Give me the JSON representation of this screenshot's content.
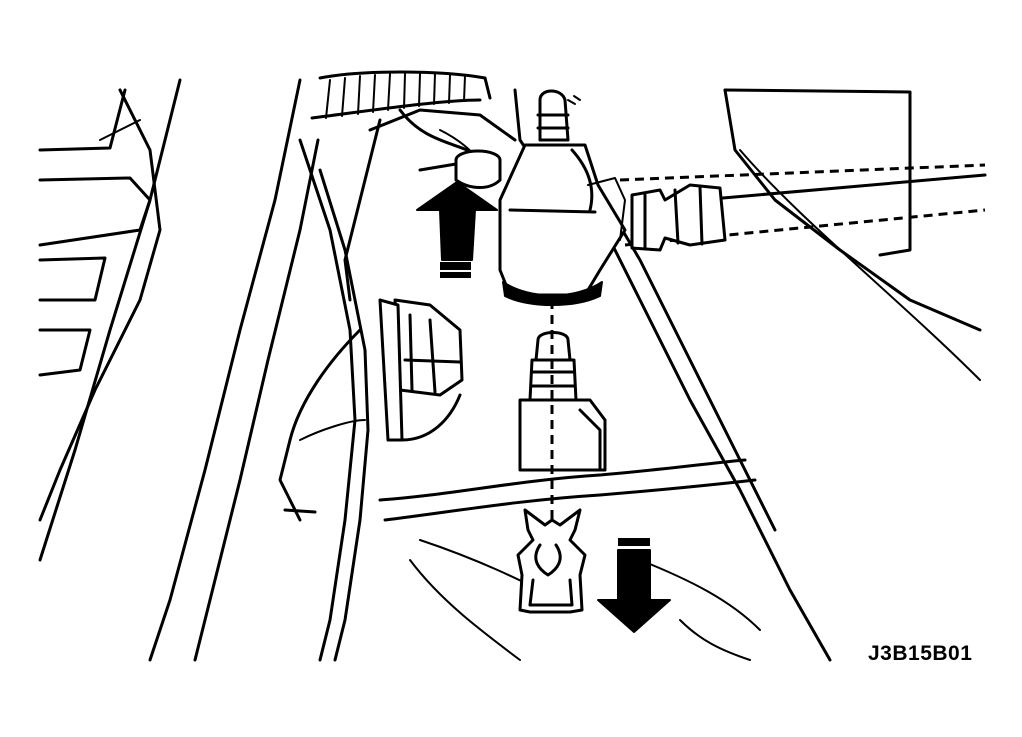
{
  "figure": {
    "code": "J3B15B01"
  },
  "arrows": [
    {
      "id": "up-arrow",
      "direction": "up"
    },
    {
      "id": "down-arrow",
      "direction": "down"
    }
  ],
  "parts": [
    "ball-socket-connector",
    "ball-stud",
    "retaining-clip",
    "hex-nut",
    "cable",
    "hose"
  ],
  "colors": {
    "line": "#000000",
    "background": "#ffffff"
  }
}
